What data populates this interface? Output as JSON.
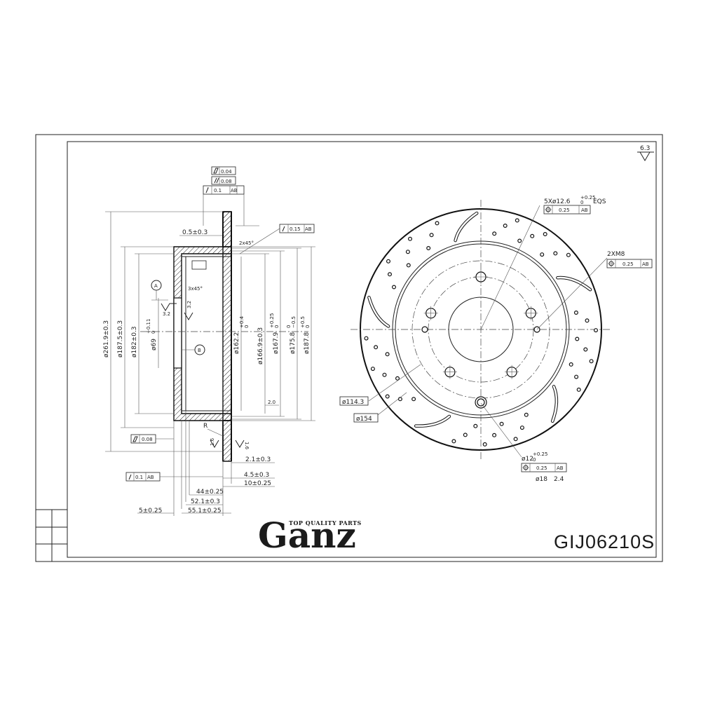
{
  "brand": {
    "name": "Ganz",
    "tagline": "TOP QUALITY PARTS"
  },
  "part_number": "GIJ06210S",
  "surface_finish": "6.3",
  "side_view": {
    "flatness_1": "0.04",
    "parallelism": "0.08",
    "runout_top": "0.1",
    "runout_top_ref": "AB",
    "runout_right": "0.15",
    "runout_right_ref": "AB",
    "chamfer_top": "2x45°",
    "chamfer_inner": "3x45°",
    "radius_2": "R2",
    "radius": "R",
    "datum_a": "A",
    "datum_b": "B",
    "roughness_32a": "3.2",
    "roughness_32b": "3.2",
    "roughness_20": "2.0",
    "roughness_16a": "1.6",
    "roughness_16b": "1.6",
    "flatness_2": "0.08",
    "runout_bottom": "0.1",
    "runout_bottom_ref": "AB",
    "dia_outer": "ø261.9±0.3",
    "dia_187_5": "ø187.5±0.3",
    "dia_182": "ø182±0.3",
    "dia_69": "ø69",
    "dia_69_tol": "+0.11",
    "dia_69_tol0": "0",
    "dia_162": "ø162.2",
    "dia_162_tol": "+0.4",
    "dia_162_tol0": "0",
    "dia_166": "ø166.9±0.3",
    "dia_167": "ø167.9",
    "dia_167_tol": "+0.25",
    "dia_167_tol0": "0",
    "dia_175": "ø175.8",
    "dia_175_tol": "0",
    "dia_175_tol0": "−0.5",
    "dia_187_8": "ø187.8",
    "dia_187_8_tol": "+0.5",
    "dia_187_8_tol0": "0",
    "thk_05": "0.5±0.3",
    "d_2_1": "2.1±0.3",
    "d_4_5": "4.5±0.3",
    "d_10": "10±0.25",
    "d_44": "44±0.25",
    "d_52_1": "52.1±0.3",
    "d_55_1": "55.1±0.25",
    "d_5": "5±0.25"
  },
  "front_view": {
    "holes": "5Xø12.6",
    "holes_tol": "+0.25",
    "holes_tol0": "0",
    "holes_note": "EQS",
    "holes_pos": "0.25",
    "holes_ref": "AB",
    "threads": "2XM8",
    "threads_pos": "0.25",
    "threads_ref": "AB",
    "pcd": "ø114.3",
    "dia_154": "ø154",
    "pin": "ø12",
    "pin_tol": "+0.25",
    "pin_tol0": "0",
    "pin_pos": "0.25",
    "pin_ref": "AB",
    "dia_18": "ø18",
    "depth_2_4": "2.4"
  },
  "icons": {
    "position_symbol": "crosshair-icon",
    "runout_symbol": "arrow-icon",
    "flatness_symbol": "parallelogram-icon",
    "parallel_symbol": "parallel-lines-icon",
    "roughness_symbol": "triangle-check-icon"
  },
  "colors": {
    "ink": "#1b1b1b",
    "paper": "#ffffff"
  }
}
